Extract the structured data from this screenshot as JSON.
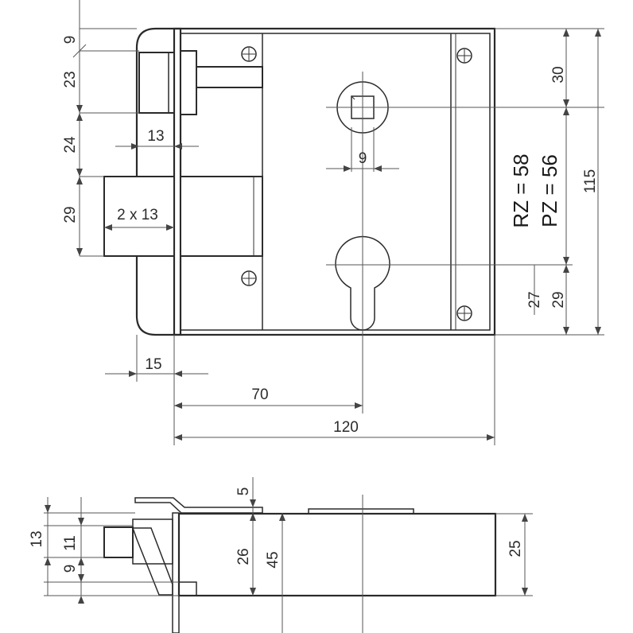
{
  "dims": {
    "d9_top": "9",
    "d23": "23",
    "d24": "24",
    "d29_left": "29",
    "d13": "13",
    "d2x13": "2 x 13",
    "d9_key": "9",
    "d15": "15",
    "d70": "70",
    "d120": "120",
    "d30": "30",
    "d115": "115",
    "d27": "27",
    "d29_right": "29",
    "rz": "RZ = 58",
    "pz": "PZ = 56"
  },
  "side": {
    "d13": "13",
    "d11": "11",
    "d9": "9",
    "d5": "5",
    "d26": "26",
    "d45": "45",
    "d25": "25"
  }
}
